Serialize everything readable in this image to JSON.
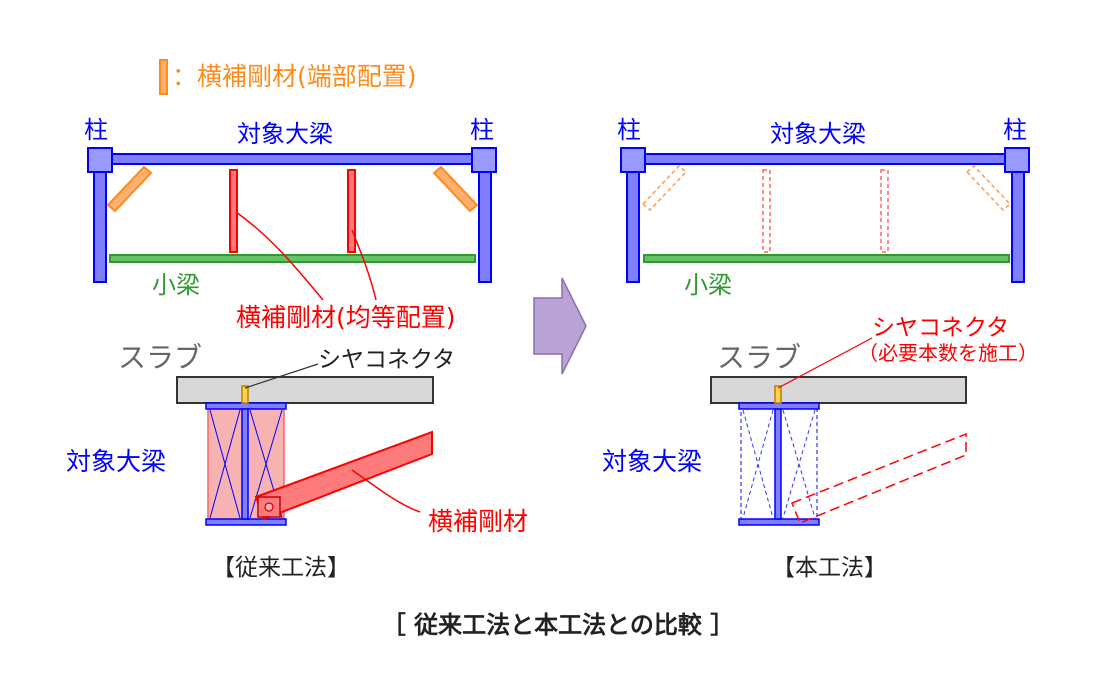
{
  "legend": {
    "symbol": "‖",
    "text": "：横補剛材(端部配置)"
  },
  "conventional": {
    "column_left": "柱",
    "column_right": "柱",
    "target_girder": "対象大梁",
    "small_beam": "小梁",
    "stiffener_even": "横補剛材(均等配置)",
    "slab": "スラブ",
    "shear_connector": "シヤコネクタ",
    "section_girder": "対象大梁",
    "stiffener": "横補剛材",
    "method_label": "【従来工法】"
  },
  "proposed": {
    "column_left": "柱",
    "column_right": "柱",
    "target_girder": "対象大梁",
    "small_beam": "小梁",
    "slab": "スラブ",
    "shear_connector": "シヤコネクタ",
    "shear_connector_note": "（必要本数を施工）",
    "section_girder": "対象大梁",
    "method_label": "【本工法】"
  },
  "caption": "［ 従来工法と本工法との比較 ］",
  "colors": {
    "steel_blue": "#0000ff",
    "steel_fill": "#8080ff",
    "column_fill": "#9999ff",
    "small_beam": "#2e9b2e",
    "stiffener_red": "#ff0000",
    "stiffener_fill": "#ff7b7b",
    "end_stiffener": "#ff8c1a",
    "slab_fill": "#d8d8d8",
    "arrow_fill": "#b9a2d6"
  }
}
